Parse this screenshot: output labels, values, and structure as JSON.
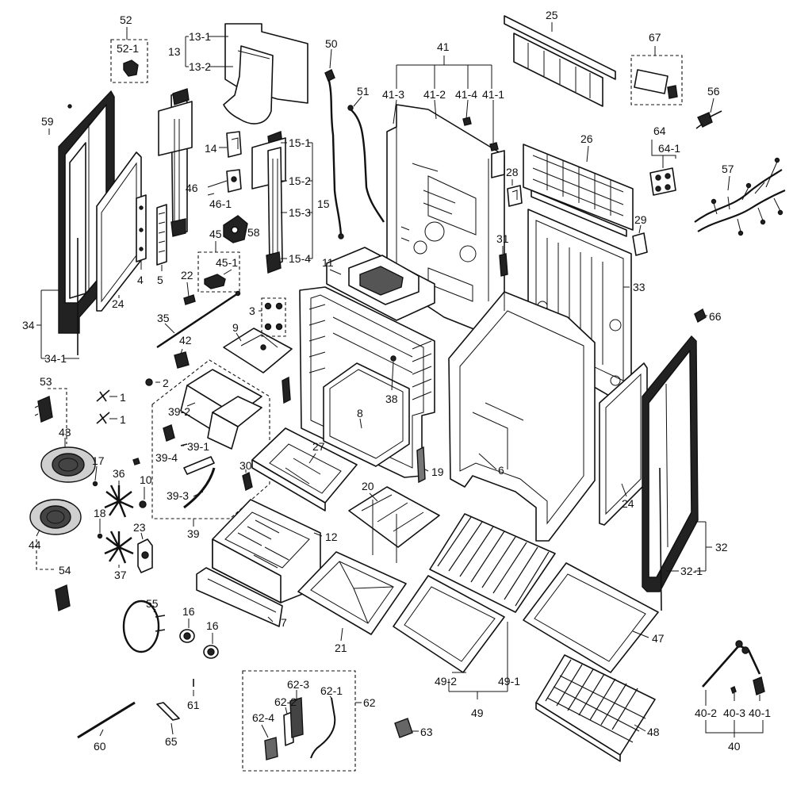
{
  "diagram": {
    "type": "exploded-parts-diagram",
    "labels": {
      "l1a": "1",
      "l1b": "1",
      "l2": "2",
      "l3": "3",
      "l4": "4",
      "l5": "5",
      "l6": "6",
      "l7": "7",
      "l8": "8",
      "l9": "9",
      "l10": "10",
      "l11": "11",
      "l12": "12",
      "l13": "13",
      "l13_1": "13-1",
      "l13_2": "13-2",
      "l14": "14",
      "l15": "15",
      "l15_1": "15-1",
      "l15_2": "15-2",
      "l15_3": "15-3",
      "l15_4": "15-4",
      "l16a": "16",
      "l16b": "16",
      "l17": "17",
      "l18": "18",
      "l19": "19",
      "l20": "20",
      "l21": "21",
      "l22": "22",
      "l23": "23",
      "l24a": "24",
      "l24b": "24",
      "l25": "25",
      "l26": "26",
      "l27": "27",
      "l28": "28",
      "l29": "29",
      "l30": "30",
      "l31": "31",
      "l32": "32",
      "l32_1": "32-1",
      "l33": "33",
      "l34": "34",
      "l34_1": "34-1",
      "l35": "35",
      "l36": "36",
      "l37": "37",
      "l38": "38",
      "l39": "39",
      "l39_1": "39-1",
      "l39_2": "39-2",
      "l39_3": "39-3",
      "l39_4": "39-4",
      "l40": "40",
      "l40_1": "40-1",
      "l40_2": "40-2",
      "l40_3": "40-3",
      "l41": "41",
      "l41_1": "41-1",
      "l41_2": "41-2",
      "l41_3": "41-3",
      "l41_4": "41-4",
      "l42": "42",
      "l43": "43",
      "l44": "44",
      "l45": "45",
      "l45_1": "45-1",
      "l46": "46",
      "l46_1": "46-1",
      "l47": "47",
      "l48": "48",
      "l49": "49",
      "l49_1": "49-1",
      "l49_2": "49-2",
      "l50": "50",
      "l51": "51",
      "l52": "52",
      "l52_1": "52-1",
      "l53": "53",
      "l54": "54",
      "l55": "55",
      "l56": "56",
      "l57": "57",
      "l58": "58",
      "l59": "59",
      "l60": "60",
      "l61": "61",
      "l62": "62",
      "l62_1": "62-1",
      "l62_2": "62-2",
      "l62_3": "62-3",
      "l62_4": "62-4",
      "l63": "63",
      "l64": "64",
      "l64_1": "64-1",
      "l65": "65",
      "l66": "66",
      "l67": "67"
    }
  }
}
